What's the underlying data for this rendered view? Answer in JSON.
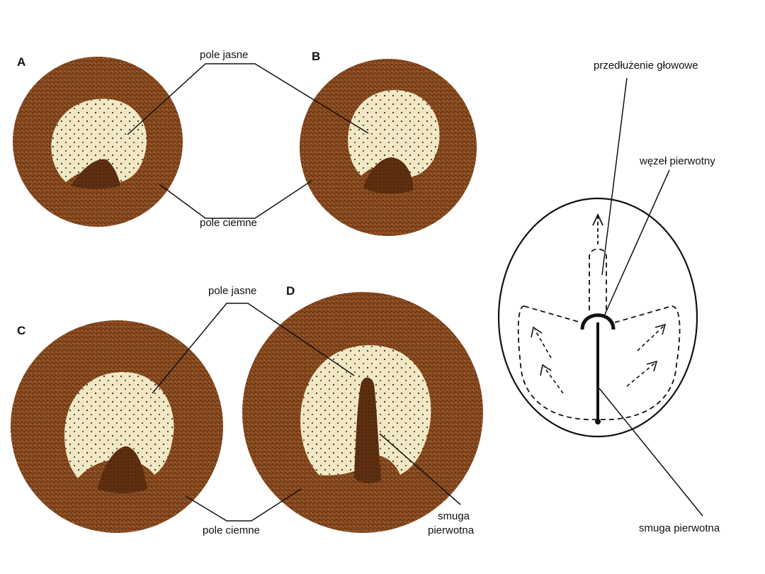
{
  "panels": {
    "a": {
      "letter": "A"
    },
    "b": {
      "letter": "B"
    },
    "c": {
      "letter": "C"
    },
    "d": {
      "letter": "D"
    }
  },
  "labels": {
    "pole_jasne_top": "pole jasne",
    "pole_ciemne_top": "pole ciemne",
    "pole_jasne_bottom": "pole jasne",
    "pole_ciemne_bottom": "pole ciemne",
    "smuga_line1": "smuga",
    "smuga_line2": "pierwotna",
    "przedluzenie": "przedłużenie głowowe",
    "wezel": "węzeł pierwotny",
    "smuga_right": "smuga pierwotna"
  },
  "colors": {
    "dark_field": "#8a4a1e",
    "dark_speckle": "#2a1608",
    "light_field": "#f2e8c4",
    "light_dots": "#2a2a2a",
    "streak": "#5e2f10",
    "line": "#111111"
  }
}
